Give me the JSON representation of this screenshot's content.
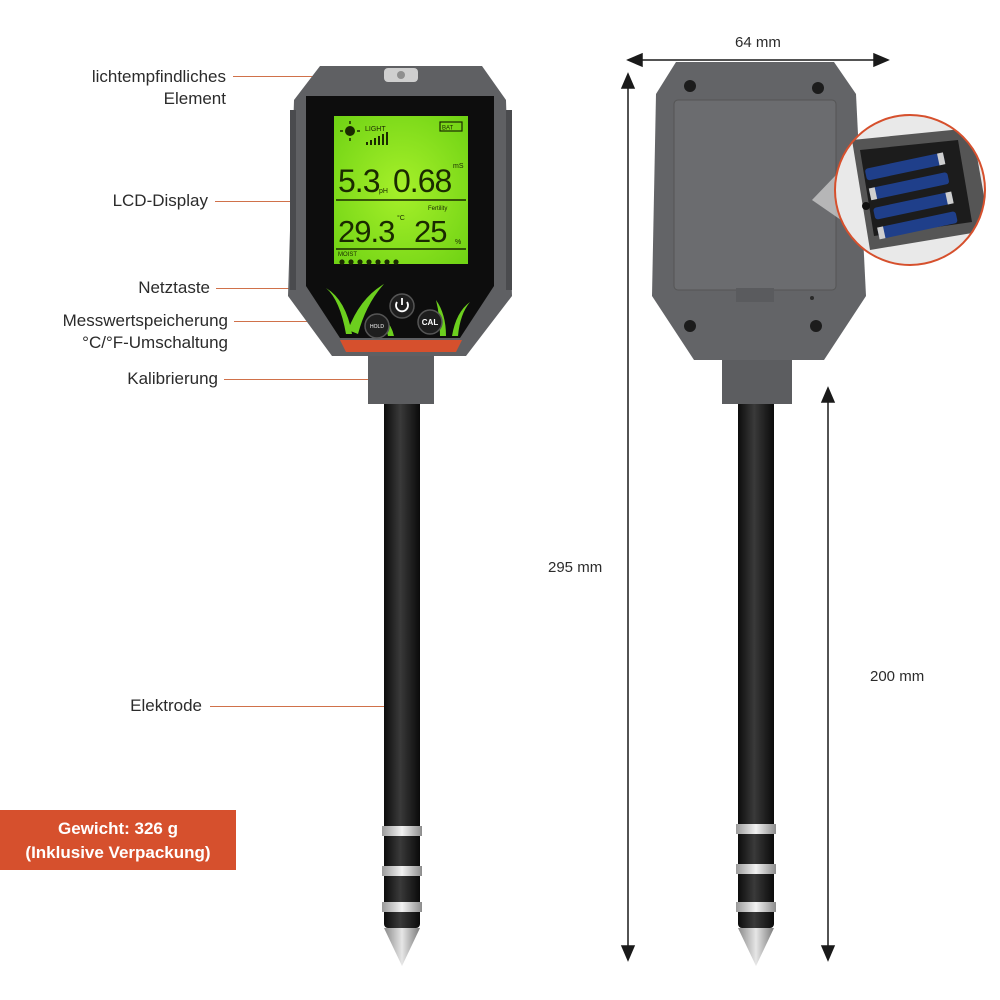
{
  "labels": {
    "light_sensor_line1": "lichtempfindliches",
    "light_sensor_line2": "Element",
    "lcd": "LCD-Display",
    "power": "Netztaste",
    "storage": "Messwertspeicherung",
    "unit_switch": "°C/°F-Umschaltung",
    "calibration": "Kalibrierung",
    "electrode": "Elektrode"
  },
  "weight": {
    "line1": "Gewicht: 326 g",
    "line2": "(Inklusive Verpackung)"
  },
  "dimensions": {
    "width": "64 mm",
    "total_length": "295 mm",
    "probe_length": "200 mm"
  },
  "lcd_display": {
    "light_label": "LIGHT",
    "battery_label": "BAT",
    "ph_value": "5.3",
    "ph_unit": "pH",
    "ec_value": "0.68",
    "ec_unit": "mS",
    "fertility_label": "Fertility",
    "temperature": "29.3",
    "temp_unit": "°C",
    "moisture": "25",
    "moisture_unit": "%",
    "moist_label": "MOIST"
  },
  "buttons": {
    "cal": "CAL",
    "hold": "HOLD"
  },
  "colors": {
    "accent": "#d6502d",
    "lcd_green": "#8ee81e",
    "body_gray": "#5f6063"
  }
}
